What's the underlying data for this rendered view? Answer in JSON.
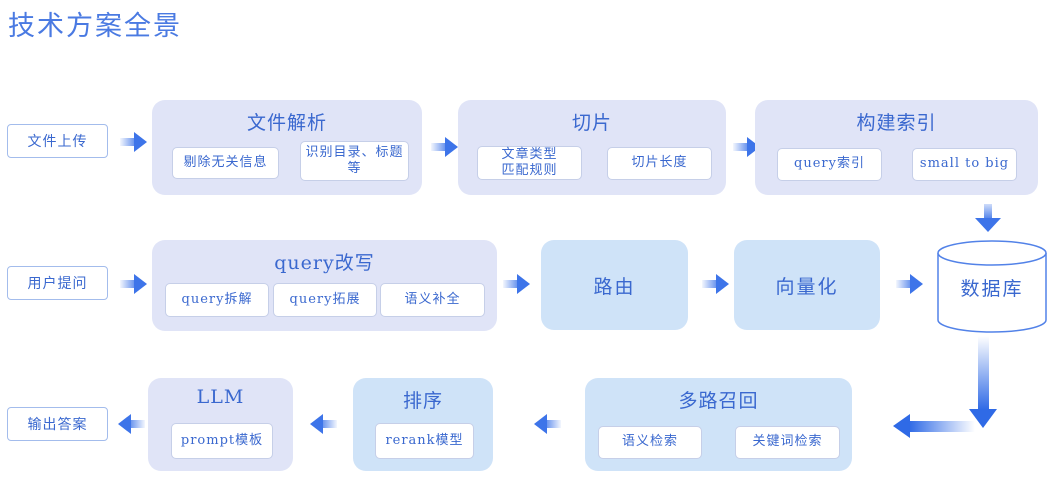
{
  "title": "技术方案全景",
  "row1": {
    "upload": "文件上传",
    "parse": {
      "title": "文件解析",
      "item1": "剔除无关信息",
      "item2": "识别目录、标题\n等"
    },
    "slice": {
      "title": "切片",
      "item1": "文章类型\n匹配规则",
      "item2": "切片长度"
    },
    "index": {
      "title": "构建索引",
      "item1": "query索引",
      "item2": "small to big"
    }
  },
  "row2": {
    "ask": "用户提问",
    "rewrite": {
      "title": "query改写",
      "item1": "query拆解",
      "item2": "query拓展",
      "item3": "语义补全"
    },
    "route": "路由",
    "vectorize": "向量化",
    "database": "数据库"
  },
  "row3": {
    "answer": "输出答案",
    "llm": {
      "title": "LLM",
      "item1": "prompt模板"
    },
    "rank": {
      "title": "排序",
      "item1": "rerank模型"
    },
    "recall": {
      "title": "多路召回",
      "item1": "语义检索",
      "item2": "关键词检索"
    }
  },
  "colors": {
    "title-text": "#4a7ae2",
    "accent": "#3a68cf",
    "arrow": "#3d74e9",
    "arrow-strong": "#2f6ae6",
    "panel-lavender": "#e0e4f7",
    "panel-blue": "#cfe3f8",
    "chip-border": "#c6cfe8",
    "chip-bg": "#ffffff",
    "side-border": "#a3bcec",
    "cylinder-stroke": "#5282e8"
  }
}
